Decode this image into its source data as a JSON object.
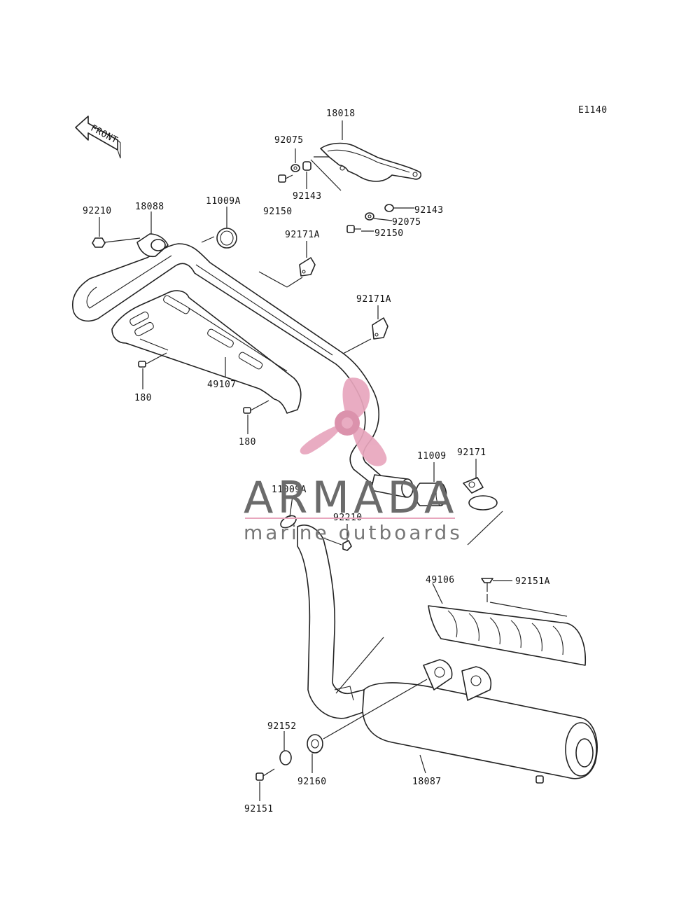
{
  "diagram": {
    "code": "E1140",
    "front_label": "FRONT",
    "labels": {
      "p18018": "18018",
      "p92075a": "92075",
      "p92143a": "92143",
      "p92150a": "92150",
      "p92143b": "92143",
      "p92075b": "92075",
      "p92150b": "92150",
      "p92210a": "92210",
      "p18088": "18088",
      "p11009Aa": "11009A",
      "p92171Aa": "92171A",
      "p92171Ab": "92171A",
      "p180a": "180",
      "p49107": "49107",
      "p180b": "180",
      "p11009": "11009",
      "p92171": "92171",
      "p11009Ab": "11009A",
      "p92210b": "92210",
      "p49106": "49106",
      "p92151A": "92151A",
      "p92152": "92152",
      "p92160": "92160",
      "p18087": "18087",
      "p92151": "92151"
    }
  },
  "watermark": {
    "brand": "ARMADA",
    "tagline": "marine outboards",
    "colors": {
      "logo": "#e8a6bd",
      "logo_dark": "#d889a6",
      "text": "#6b6b6b"
    }
  }
}
